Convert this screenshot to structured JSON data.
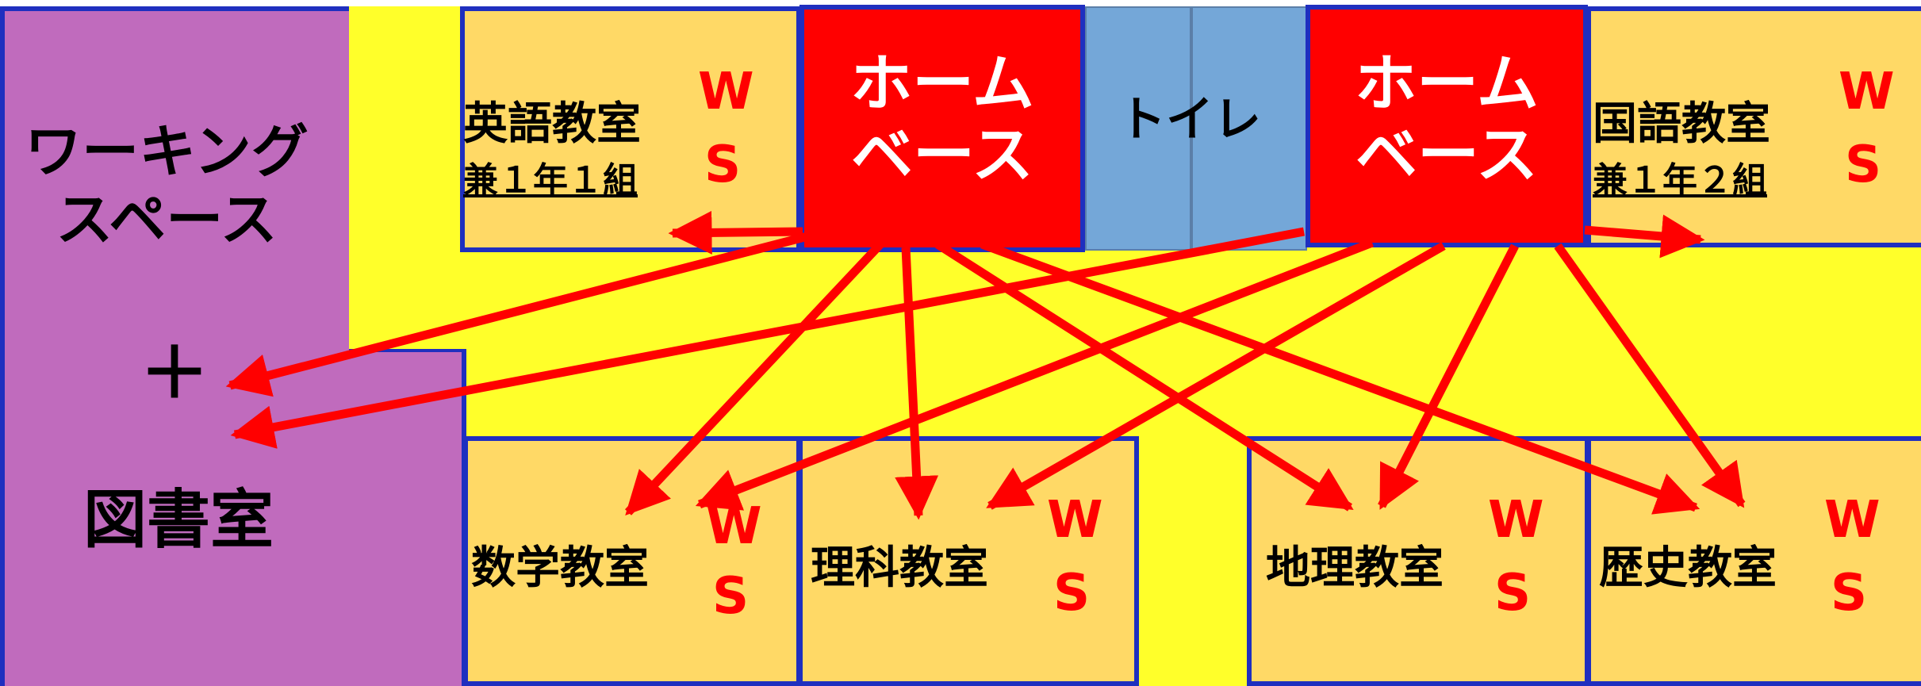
{
  "working_space": {
    "line1": "ワーキング",
    "line2": "スペース",
    "plus": "＋",
    "library": "図書室"
  },
  "home_base": {
    "line1": "ホーム",
    "line2": "ベース"
  },
  "toilet": {
    "label": "トイレ"
  },
  "ws": {
    "w": "W",
    "s": "S"
  },
  "rooms": {
    "english": {
      "name": "英語教室",
      "sub": "兼１年１組"
    },
    "japanese": {
      "name": "国語教室",
      "sub": "兼１年２組"
    },
    "math": {
      "name": "数学教室"
    },
    "science": {
      "name": "理科教室"
    },
    "geography": {
      "name": "地理教室"
    },
    "history": {
      "name": "歴史教室"
    }
  },
  "colors": {
    "corridor": "#ffff2a",
    "room": "#ffd966",
    "home_base": "#ff0000",
    "toilet": "#74a7d8",
    "working_space": "#c06bbd",
    "arrow": "#ff0000",
    "border": "#1f2fbf"
  }
}
